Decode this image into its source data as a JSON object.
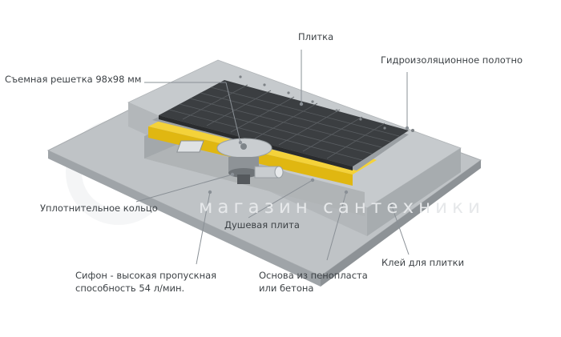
{
  "labels": {
    "tile": "Плитка",
    "membrane": "Гидроизоляционное полотно",
    "grate": "Съемная решетка 98x98 мм",
    "ring": "Уплотнительное кольцо",
    "shower_plate": "Душевая плита",
    "glue": "Клей для плитки",
    "siphon_line1": "Сифон - высокая пропускная",
    "siphon_line2": "способность 54 л/мин.",
    "base_line1": "Основа из пенопласта",
    "base_line2": "или бетона"
  },
  "watermark": "магазин сантехники",
  "colors": {
    "tile": "#3b3e41",
    "yellow_layer": "#f2cc1c",
    "concrete": "#b8bcbf",
    "leader": "#8a9096",
    "text": "#3d4246"
  }
}
